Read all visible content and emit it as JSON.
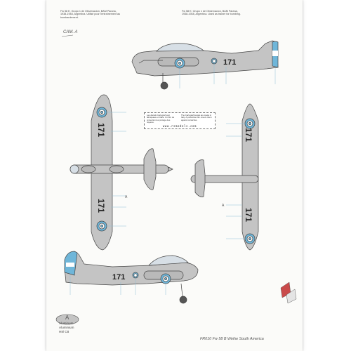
{
  "header": {
    "note_left": "Fw 58 E, Grupo 1 de Observacion, BAM Parana, 1938-1948, Argentina. Utilisé pour l'entraînement au bombardement.",
    "note_right": "Fw 58 E, Grupo 1 de Observacion, BAM Parana, 1938-1948, Argentina. Used as trainer for bombing.",
    "camouflage_label": "CAM. A"
  },
  "markings": {
    "serial": "171",
    "callout_letter": "A"
  },
  "decal_box": {
    "text_left": "Les décals Cartograf sont fabriquées en Italie. Un film de protection les protège des rayures.",
    "text_right": "The Cartograf decals are made in Italy. A protective film covers them against scratches.",
    "website": "www.rsmodels.com"
  },
  "legend": {
    "letter": "A",
    "lines": [
      "Aluminum",
      "Aluminium",
      "H8/ C8"
    ]
  },
  "footer": {
    "title": "FR010 Fw 58 B Weihe South America"
  },
  "colors": {
    "aluminum": "#c4c4c4",
    "roundel_blue": "#6fb6d9",
    "leader": "#8fbfd8",
    "marking": "#222222"
  }
}
